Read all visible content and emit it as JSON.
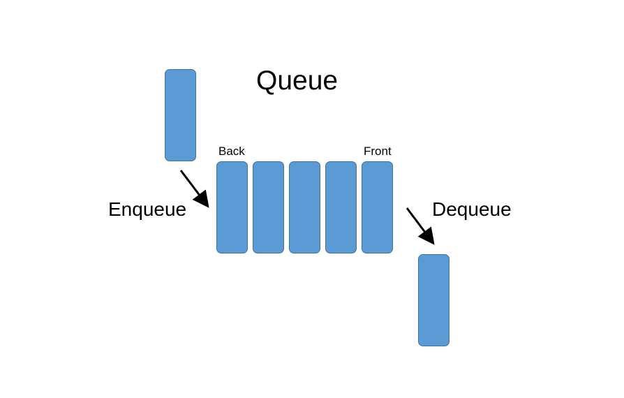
{
  "title": "Queue",
  "labels": {
    "back": "Back",
    "front": "Front",
    "enqueue": "Enqueue",
    "dequeue": "Dequeue"
  },
  "queue_length": 5,
  "colors": {
    "block_fill": "#5b9bd5",
    "block_border": "#41719c",
    "arrow": "#000000"
  }
}
